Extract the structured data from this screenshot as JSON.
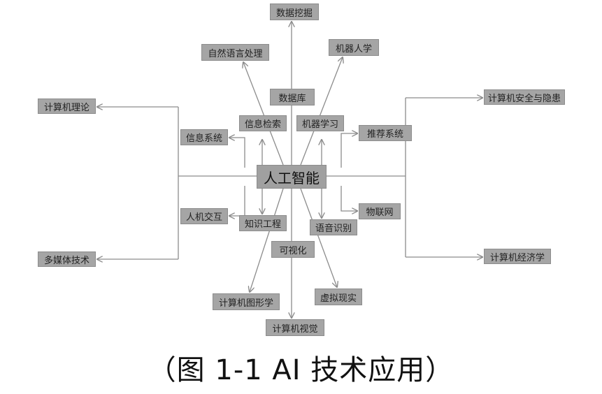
{
  "diagram": {
    "center": "人工智能",
    "nodes": {
      "data_mining": "数据挖掘",
      "nlp": "自然语言处理",
      "robotics": "机器人学",
      "database": "数据库",
      "cs_theory": "计算机理论",
      "security_privacy": "计算机安全与隐患",
      "info_retrieval": "信息检索",
      "machine_learning": "机器学习",
      "info_system": "信息系统",
      "recommender": "推荐系统",
      "hci": "人机交互",
      "knowledge_eng": "知识工程",
      "speech_recognition": "语音识别",
      "iot": "物联网",
      "visualization": "可视化",
      "multimedia": "多媒体技术",
      "comp_economics": "计算机经济学",
      "graphics": "计算机图形学",
      "vr": "虚拟现实",
      "vision": "计算机视觉"
    }
  },
  "caption": "（图 1-1 AI 技术应用）",
  "colors": {
    "line": "#8c8c8c",
    "box": "#a5a5a5"
  }
}
